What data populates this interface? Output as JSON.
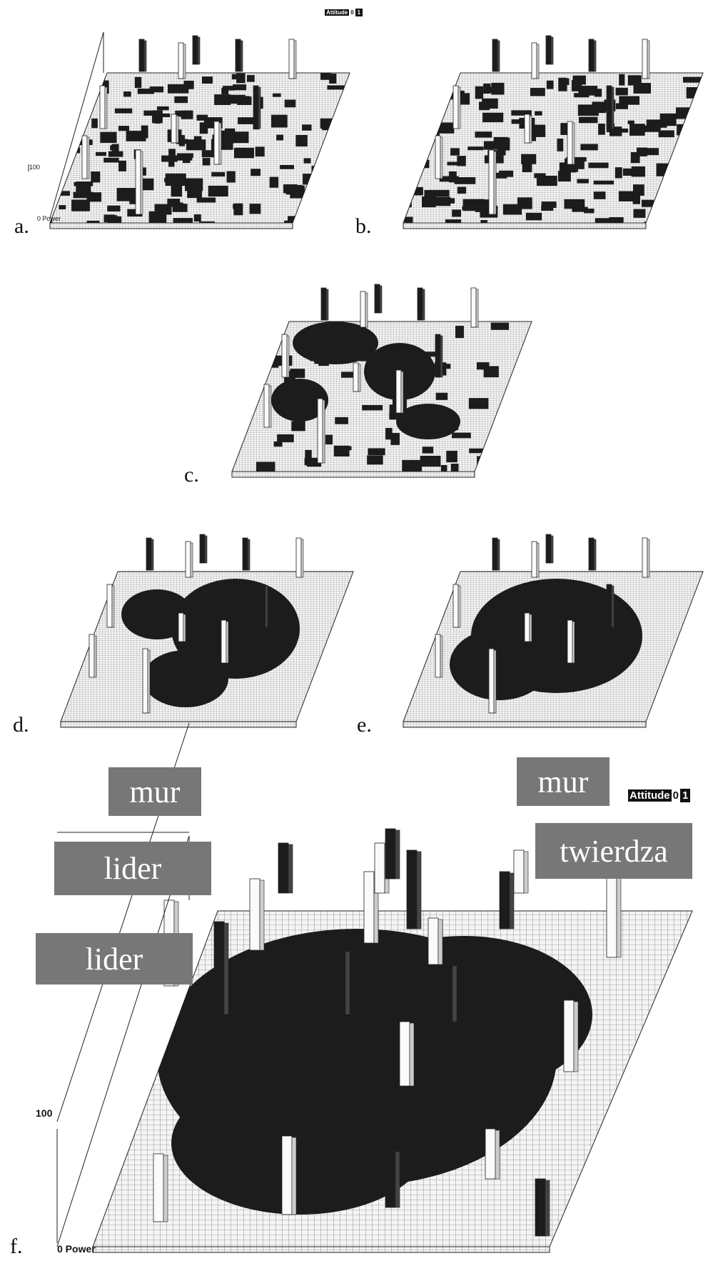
{
  "panels": [
    {
      "id": "a",
      "label": "a."
    },
    {
      "id": "b",
      "label": "b."
    },
    {
      "id": "c",
      "label": "c."
    },
    {
      "id": "d",
      "label": "d."
    },
    {
      "id": "e",
      "label": "e."
    },
    {
      "id": "f",
      "label": "f."
    }
  ],
  "legend": {
    "key": "Attitude",
    "value_0": "0",
    "value_1": "1"
  },
  "axes": {
    "z_max": "100",
    "origin": "0 Power"
  },
  "callouts": {
    "mur_left": "mur",
    "mur_right": "mur",
    "lider_top": "lider",
    "lider_bottom": "lider",
    "twierdza": "twierdza"
  },
  "colors": {
    "attitude_1": "#1c1c1c",
    "attitude_0": "#f4f4f4",
    "callout": "#777777"
  }
}
